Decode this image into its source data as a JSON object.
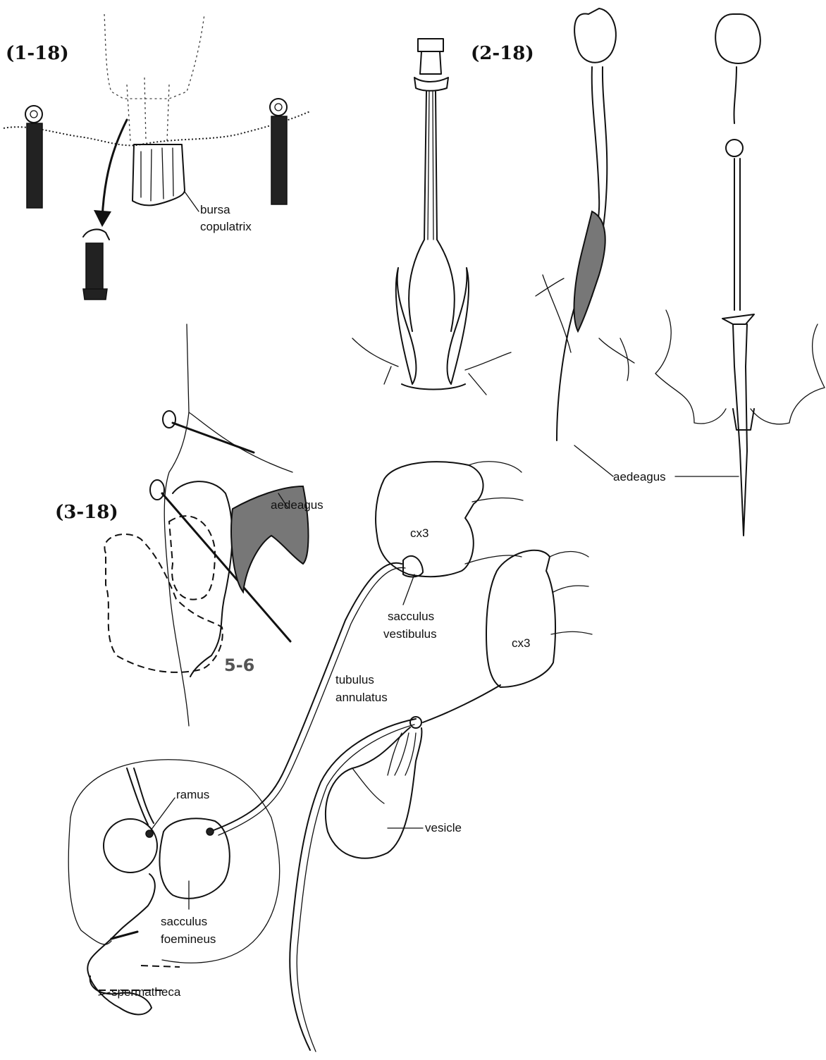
{
  "figures": {
    "fig1": {
      "label": "(1-18)"
    },
    "fig2": {
      "label": "(2-18)"
    },
    "fig3": {
      "label": "(3-18)",
      "plate_number": "5-6"
    }
  },
  "labels": {
    "bursa_line1": "bursa",
    "bursa_line2": "copulatrix",
    "aedeagus_fig2": "aedeagus",
    "aedeagus_fig3": "aedeagus",
    "cx3_a": "cx3",
    "cx3_b": "cx3",
    "sacculus_vestibulus_line1": "sacculus",
    "sacculus_vestibulus_line2": "vestibulus",
    "tubulus_line1": "tubulus",
    "tubulus_line2": "annulatus",
    "ramus": "ramus",
    "vesicle": "vesicle",
    "sacculus_foemineus_line1": "sacculus",
    "sacculus_foemineus_line2": "foemineus",
    "spermatheca": "spermatheca"
  },
  "colors": {
    "ink": "#111111",
    "paper": "#ffffff"
  }
}
